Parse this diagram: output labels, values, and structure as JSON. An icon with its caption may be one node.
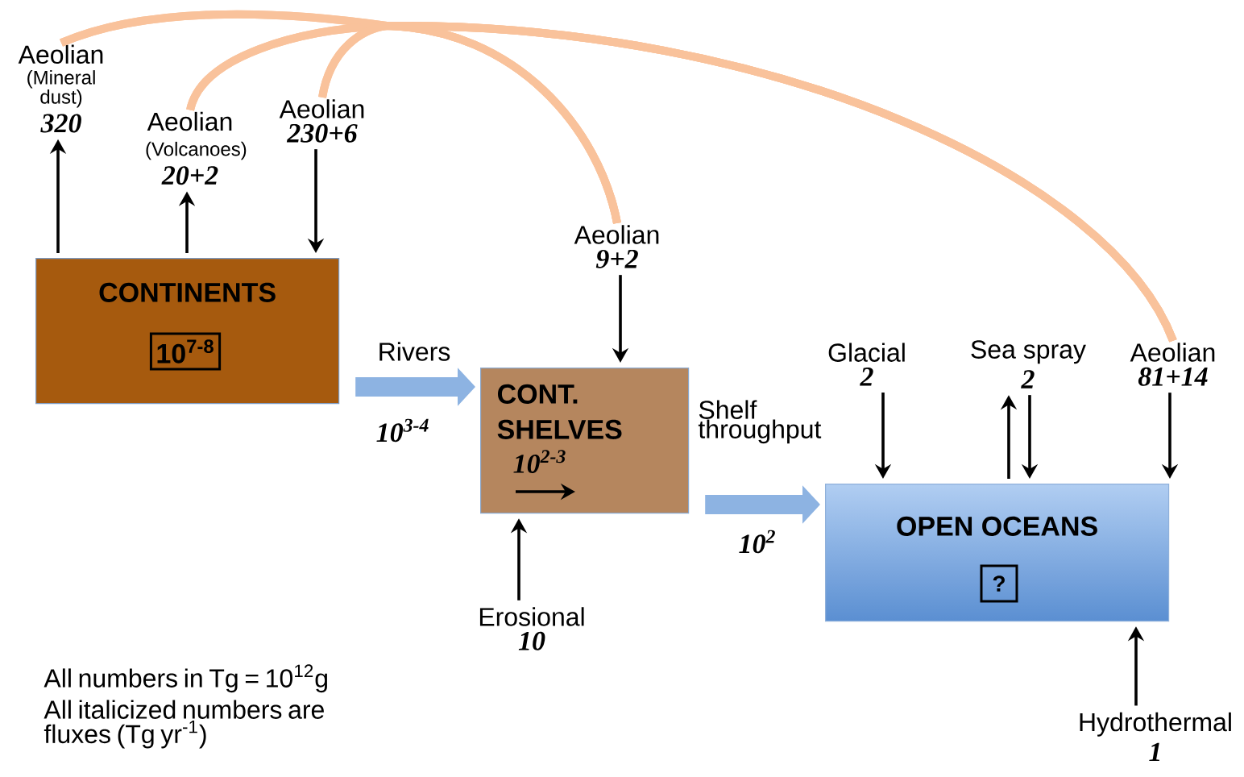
{
  "diagram": {
    "nodes": [
      {
        "text": [
          "CONTINENTS"
        ]
      },
      {
        "text": [
          "10$^{7-8}$"
        ],
        "in": 0
      },
      {
        "text": [
          "CONT. SHELVES",
          "10$^{2-3}$"
        ]
      },
      {
        "text": [
          "OPEN OCEANS"
        ]
      },
      {
        "text": [
          "?"
        ],
        "in": 3
      },
      {
        "text": [
          "Aeolian",
          "(Mineral dust)",
          "320"
        ]
      },
      {
        "text": [
          "Aeolian",
          "(Volcanoes)",
          "20+2"
        ]
      },
      {
        "text": [
          "Aeolian",
          "230+6"
        ]
      },
      {
        "text": [
          "Aeolian",
          "9+2"
        ]
      },
      {
        "text": [
          "Glacial",
          "2"
        ]
      },
      {
        "text": [
          "Sea spray",
          "2"
        ]
      },
      {
        "text": [
          "Aeolian",
          "81+14"
        ]
      },
      {
        "text": [
          "Erosional",
          "10"
        ]
      },
      {
        "text": [
          "Hydrothermal",
          "1"
        ]
      }
    ],
    "edges": [
      {
        "from": 0,
        "to": 5,
        "arrow": "to"
      },
      {
        "from": 0,
        "to": 6,
        "arrow": "to"
      },
      {
        "from": 7,
        "to": 0,
        "arrow": "to"
      },
      {
        "from": 0,
        "to": 2,
        "arrow": "to",
        "label": "Rivers",
        "style": "thick",
        "color": "#8db3e2"
      },
      {
        "from": 8,
        "to": 2,
        "arrow": "to"
      },
      {
        "from": 2,
        "to": 3,
        "arrow": "to",
        "label": "Shelf throughput",
        "style": "thick",
        "color": "#8db3e2"
      },
      {
        "from": 9,
        "to": 3,
        "arrow": "to"
      },
      {
        "from": 3,
        "to": 10,
        "arrow": "to"
      },
      {
        "from": 10,
        "to": 3,
        "arrow": "to"
      },
      {
        "from": 11,
        "to": 3,
        "arrow": "to"
      },
      {
        "from": 12,
        "to": 2,
        "arrow": "to"
      },
      {
        "from": 13,
        "to": 3,
        "arrow": "to"
      },
      {
        "from": 5,
        "to": 8,
        "arrow": "none",
        "style": "thick",
        "color": "#f9c29b"
      },
      {
        "from": 5,
        "to": 11,
        "arrow": "none",
        "style": "thick",
        "color": "#f9c29b"
      },
      {
        "from": 6,
        "to": 8,
        "arrow": "none",
        "style": "thick",
        "color": "#f9c29b"
      },
      {
        "from": 6,
        "to": 11,
        "arrow": "none",
        "style": "thick",
        "color": "#f9c29b"
      },
      {
        "from": 7,
        "to": 8,
        "arrow": "none",
        "style": "thick",
        "color": "#f9c29b"
      },
      {
        "from": 7,
        "to": 11,
        "arrow": "none",
        "style": "thick",
        "color": "#f9c29b"
      }
    ],
    "labels": [
      "10$^{3-4}$",
      "10$^{2}$",
      "All numbers in Tg = 10$^{12}$g",
      "All italicized numbers are fluxes (Tg yr$^{-1}$)"
    ]
  }
}
